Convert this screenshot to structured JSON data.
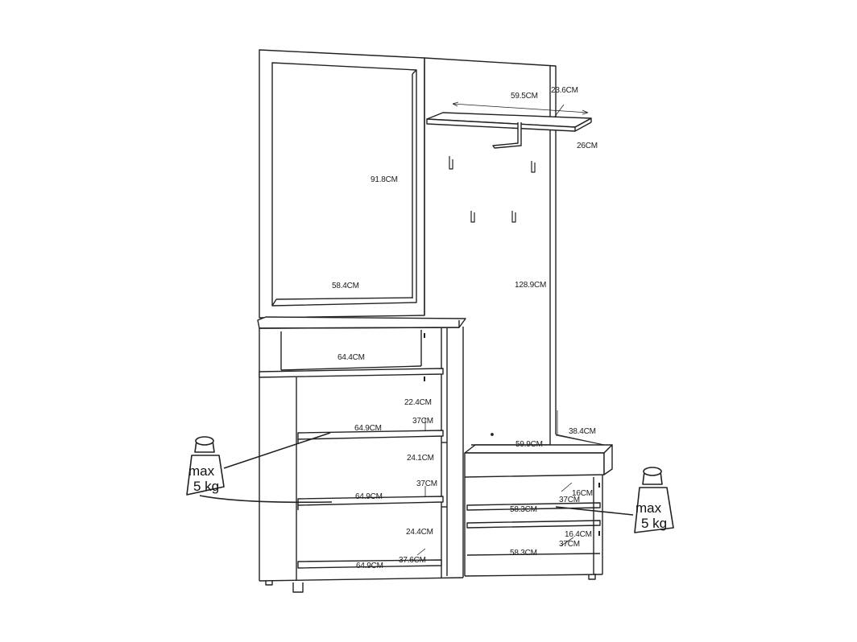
{
  "dimensions": {
    "mirror_height": "91.8CM",
    "mirror_width": "58.4CM",
    "hat_shelf_width": "59.5CM",
    "hat_shelf_depth": "23.6CM",
    "hat_shelf_gap": "26CM",
    "panel_height": "128.9CM",
    "top_width": "64.4CM",
    "shelf1_height": "22.4CM",
    "shelf1_depth": "37CM",
    "shelf1_width": "64.9CM",
    "shelf2_height": "24.1CM",
    "shelf2_depth": "37CM",
    "shelf2_width": "64.9CM",
    "shelf3_height": "24.4CM",
    "shelf3_depth": "37.6CM",
    "shelf3_width": "64.9CM",
    "bench_depth": "38.4CM",
    "bench_width": "59.9CM",
    "bench_shelf1_height": "16CM",
    "bench_shelf1_depth": "37CM",
    "bench_shelf1_width": "58.3CM",
    "bench_shelf2_height": "16.4CM",
    "bench_shelf2_depth": "37CM",
    "bench_shelf2_width": "58.3CM"
  },
  "weights": {
    "left": {
      "line1": "max",
      "line2": "5 kg"
    },
    "right": {
      "line1": "max",
      "line2": "5 kg"
    }
  }
}
